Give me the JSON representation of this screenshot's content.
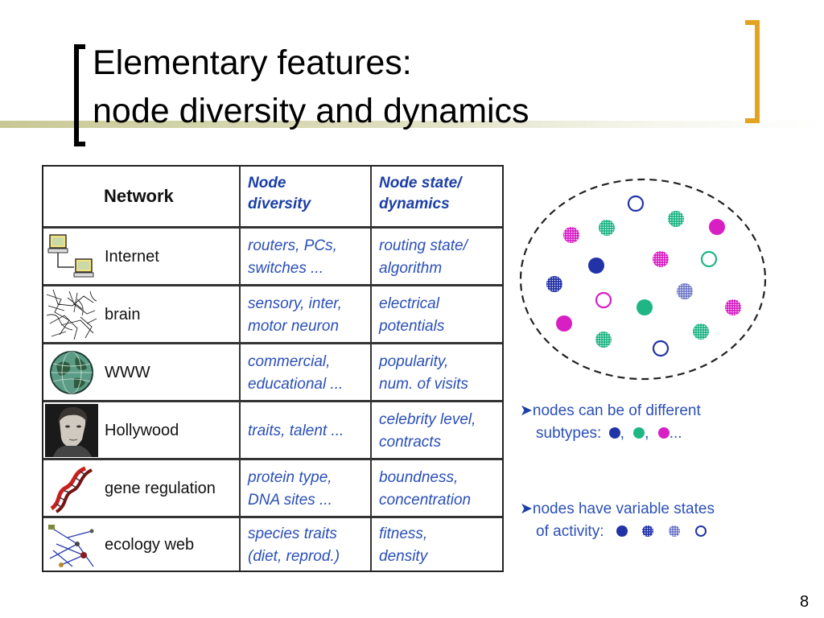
{
  "title": {
    "line1": "Elementary features:",
    "line2": "node diversity and dynamics"
  },
  "table": {
    "headers": {
      "network": "Network",
      "diversity": [
        "Node",
        "diversity"
      ],
      "dynamics": [
        "Node state/",
        "dynamics"
      ]
    },
    "rows": [
      {
        "icon": "computer-network-icon",
        "network": "Internet",
        "diversity": [
          "routers, PCs,",
          "switches ..."
        ],
        "dynamics": [
          "routing state/",
          "algorithm"
        ]
      },
      {
        "icon": "neuron-sketch-icon",
        "network": "brain",
        "diversity": [
          "sensory, inter,",
          "motor neuron"
        ],
        "dynamics": [
          "electrical",
          "potentials"
        ]
      },
      {
        "icon": "globe-icon",
        "network": "WWW",
        "diversity": [
          "commercial,",
          "educational ..."
        ],
        "dynamics": [
          "popularity,",
          "num. of visits"
        ]
      },
      {
        "icon": "actor-portrait-icon",
        "network": "Hollywood",
        "diversity": [
          "traits, talent ..."
        ],
        "dynamics": [
          "celebrity level,",
          "contracts"
        ]
      },
      {
        "icon": "dna-helix-icon",
        "network": "gene regulation",
        "diversity": [
          "protein type,",
          "DNA sites ..."
        ],
        "dynamics": [
          "boundness,",
          "concentration"
        ]
      },
      {
        "icon": "food-web-icon",
        "network": "ecology web",
        "diversity": [
          "species traits",
          "(diet, reprod.)"
        ],
        "dynamics": [
          "fitness,",
          "density"
        ]
      }
    ]
  },
  "legend": {
    "subtypes_line1": "nodes can be of different",
    "subtypes_line2": "subtypes:",
    "subtypes_sep": ",",
    "subtypes_end": "...",
    "states_line1": "nodes have variable states",
    "states_line2": "of activity:"
  },
  "colors": {
    "blue": "#2233a8",
    "green": "#1fb585",
    "magenta": "#d81fc4",
    "accent_bracket": "#e3a21f",
    "text_blue": "#2a4fb8"
  },
  "page_number": "8"
}
